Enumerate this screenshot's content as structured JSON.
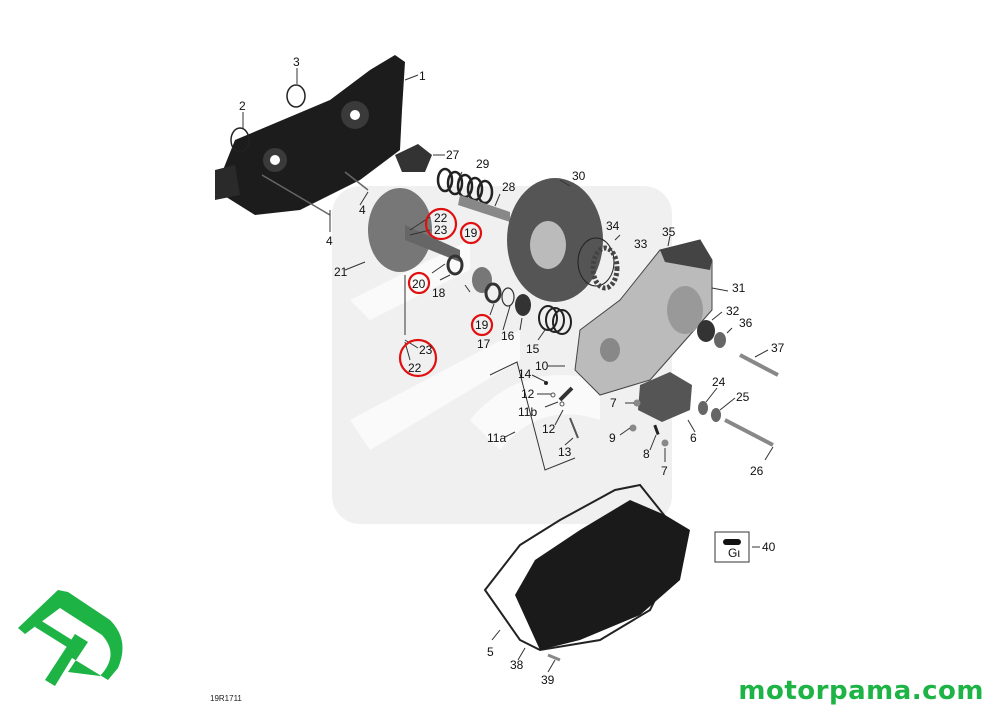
{
  "diagram": {
    "title_code": "19R1711",
    "website": "motorpama.com",
    "brand_color": "#1db345",
    "highlight_color": "#e01010",
    "logo_icon": "motorpama-mp-logo",
    "watermark_icon": "brp-watermark",
    "callouts": [
      {
        "id": "c1",
        "label": "1"
      },
      {
        "id": "c2",
        "label": "2"
      },
      {
        "id": "c3",
        "label": "3"
      },
      {
        "id": "c4a",
        "label": "4"
      },
      {
        "id": "c4b",
        "label": "4"
      },
      {
        "id": "c4c",
        "label": "4"
      },
      {
        "id": "c5",
        "label": "5"
      },
      {
        "id": "c6",
        "label": "6"
      },
      {
        "id": "c7a",
        "label": "7"
      },
      {
        "id": "c7b",
        "label": "7"
      },
      {
        "id": "c8",
        "label": "8"
      },
      {
        "id": "c9",
        "label": "9"
      },
      {
        "id": "c10",
        "label": "10"
      },
      {
        "id": "c11a",
        "label": "11a"
      },
      {
        "id": "c11b",
        "label": "11b"
      },
      {
        "id": "c12a",
        "label": "12"
      },
      {
        "id": "c12b",
        "label": "12"
      },
      {
        "id": "c13",
        "label": "13"
      },
      {
        "id": "c14",
        "label": "14"
      },
      {
        "id": "c15",
        "label": "15"
      },
      {
        "id": "c16",
        "label": "16"
      },
      {
        "id": "c17",
        "label": "17"
      },
      {
        "id": "c18",
        "label": "18"
      },
      {
        "id": "c19a",
        "label": "19",
        "highlighted": true
      },
      {
        "id": "c19b",
        "label": "19",
        "highlighted": true
      },
      {
        "id": "c20",
        "label": "20",
        "highlighted": true
      },
      {
        "id": "c21",
        "label": "21"
      },
      {
        "id": "c22a",
        "label": "22",
        "highlighted": true
      },
      {
        "id": "c23a",
        "label": "23",
        "highlighted": true
      },
      {
        "id": "c22b",
        "label": "22",
        "highlighted": true
      },
      {
        "id": "c23b",
        "label": "23",
        "highlighted": true
      },
      {
        "id": "c24",
        "label": "24"
      },
      {
        "id": "c25",
        "label": "25"
      },
      {
        "id": "c26",
        "label": "26"
      },
      {
        "id": "c27",
        "label": "27"
      },
      {
        "id": "c28",
        "label": "28"
      },
      {
        "id": "c29",
        "label": "29"
      },
      {
        "id": "c30",
        "label": "30"
      },
      {
        "id": "c31",
        "label": "31"
      },
      {
        "id": "c32",
        "label": "32"
      },
      {
        "id": "c33",
        "label": "33"
      },
      {
        "id": "c34",
        "label": "34"
      },
      {
        "id": "c35",
        "label": "35"
      },
      {
        "id": "c36",
        "label": "36"
      },
      {
        "id": "c37",
        "label": "37"
      },
      {
        "id": "c38",
        "label": "38"
      },
      {
        "id": "c39",
        "label": "39"
      },
      {
        "id": "c40",
        "label": "40"
      }
    ],
    "kit_box_glyph": "Gι"
  }
}
